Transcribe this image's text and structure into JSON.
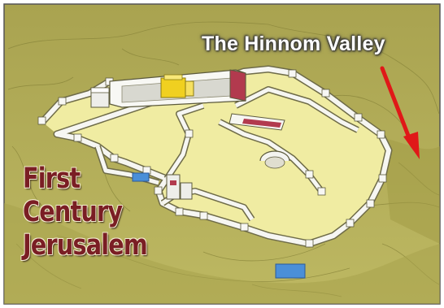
{
  "map": {
    "labels": {
      "valley": "The Hinnom Valley",
      "title_line_1": "First",
      "title_line_2": "Century",
      "title_line_3": "Jerusalem"
    },
    "colors": {
      "terrain": "#b7b15a",
      "terrain_dark": "#9b9646",
      "city_fill": "#f2efa6",
      "wall": "#f7f7f4",
      "temple_gold": "#f0d020",
      "wall_accent": "#b23a4e",
      "pool": "#4a8fd8",
      "arrow": "#e01818",
      "title_text": "#7a1e24",
      "frame": "#555555"
    },
    "icons": [
      "arrow-pointer-icon",
      "temple-icon",
      "pool-icon"
    ]
  }
}
